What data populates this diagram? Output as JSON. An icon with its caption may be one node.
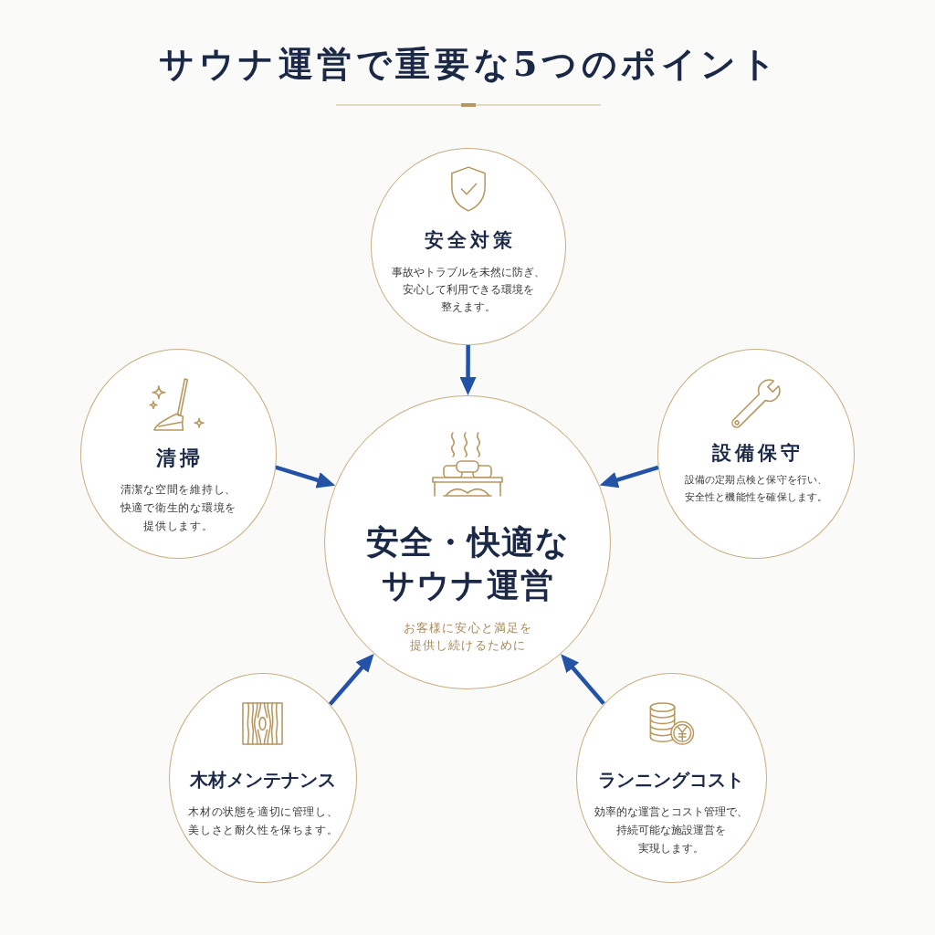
{
  "diagram": {
    "title": "サウナ運営で重要な5つのポイント",
    "nodes": [
      {
        "text": [
          "安全対策",
          "事故やトラブルを未然に防ぎ、安心して利用できる環境を整えます。"
        ]
      },
      {
        "text": [
          "清掃",
          "清潔な空間を維持し、快適で衛生的な環境を提供します。"
        ]
      },
      {
        "text": [
          "設備保守",
          "設備の定期点検と保守を行い、安全性と機能性を確保します。"
        ]
      },
      {
        "text": [
          "安全・快適なサウナ運営",
          "お客様に安心と満足を提供し続けるために"
        ]
      },
      {
        "text": [
          "木材メンテナンス",
          "木材の状態を適切に管理し、美しさと耐久性を保ちます。"
        ]
      },
      {
        "text": [
          "ランニングコスト",
          "効率的な運営とコスト管理で、持続可能な施設運営を実現します。"
        ]
      }
    ],
    "edges": [
      {
        "from": 0,
        "to": 3,
        "arrow": "to"
      },
      {
        "from": 1,
        "to": 3,
        "arrow": "to"
      },
      {
        "from": 2,
        "to": 3,
        "arrow": "to"
      },
      {
        "from": 4,
        "to": 3,
        "arrow": "to"
      },
      {
        "from": 5,
        "to": 3,
        "arrow": "to"
      }
    ]
  }
}
